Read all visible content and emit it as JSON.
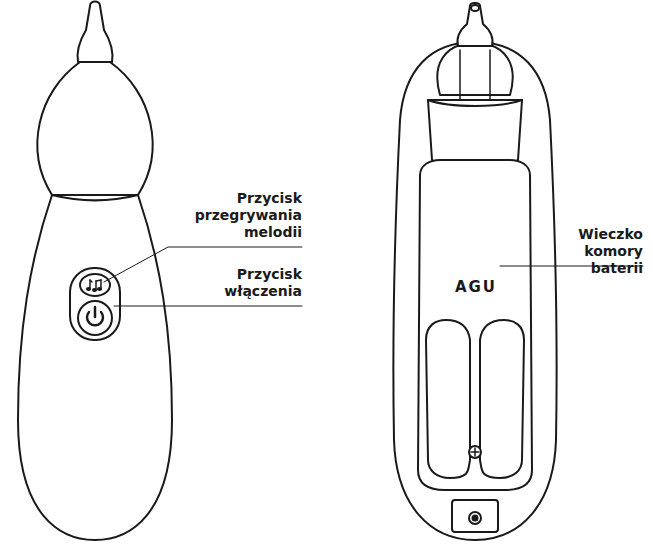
{
  "diagram": {
    "labels": [
      "Przycisk przegrywania melodii",
      "Przycisk włączenia",
      "Wieczko komory baterii",
      "AGU"
    ]
  }
}
